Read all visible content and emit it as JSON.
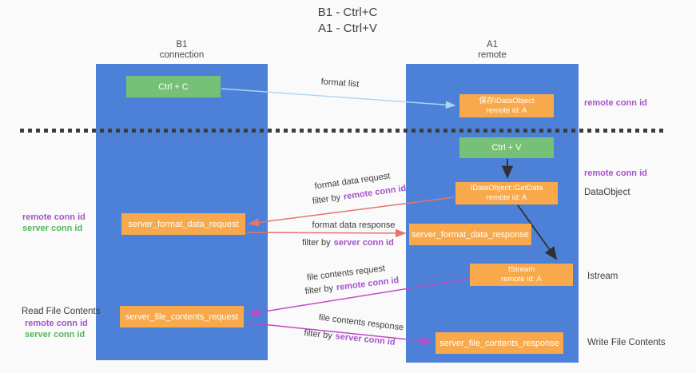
{
  "title": {
    "line1": "B1 - Ctrl+C",
    "line2": "A1 - Ctrl+V"
  },
  "lanes": {
    "left": {
      "name": "B1",
      "subtitle": "connection"
    },
    "right": {
      "name": "A1",
      "subtitle": "remote"
    }
  },
  "boxes": {
    "ctrl_c": {
      "label": "Ctrl + C"
    },
    "ctrl_v": {
      "label": "Ctrl + V"
    },
    "save_dataobject": {
      "line1": "保存IDataObject",
      "line2": "remote id: A"
    },
    "getdata": {
      "line1": "IDataObject::GetData",
      "line2": "remote id: A"
    },
    "istream": {
      "line1": "IStream",
      "line2": "remote id: A"
    },
    "server_format_data_request": {
      "label": "server_format_data_request"
    },
    "server_format_data_response": {
      "label": "server_format_data_response"
    },
    "server_file_contents_request": {
      "label": "server_file_contents_request"
    },
    "server_file_contents_response": {
      "label": "server_file_contents_response"
    }
  },
  "edge_labels": {
    "format_list": "format list",
    "format_data_request": "format data request",
    "format_data_response": "format data response",
    "file_contents_request": "file contents request",
    "file_contents_response": "file contents response",
    "filter_by": "filter by",
    "remote_conn_id": "remote conn id",
    "server_conn_id": "server conn id"
  },
  "annotations": {
    "right_top_remote_conn_id": "remote conn id",
    "right_mid_remote_conn_id": "remote conn id",
    "dataobject": "DataObject",
    "istream": "Istream",
    "write_file_contents": "Write File Contents",
    "read_file_contents": "Read File Contents",
    "left_remote_conn_id": "remote conn id",
    "left_server_conn_id": "server conn id",
    "left_bottom_remote_conn_id": "remote conn id",
    "left_bottom_server_conn_id": "server conn id"
  },
  "colors": {
    "lane_blue": "#4d81d7",
    "box_orange": "#f7a94c",
    "box_green": "#76c077",
    "arrow_light_blue": "#a9d6f2",
    "arrow_red": "#e7736e",
    "arrow_magenta": "#c04ac5",
    "arrow_black": "#303030",
    "text_purple": "#a653cb",
    "text_green": "#55b55f",
    "dash_color": "#3d3d3d"
  }
}
